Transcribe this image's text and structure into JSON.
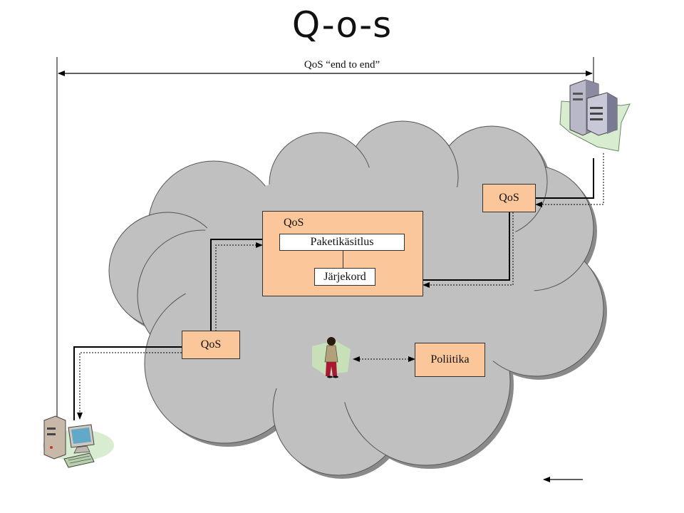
{
  "title": "Q-o-s",
  "end_to_end_label": "QoS “end to end”",
  "router_left": {
    "label": "QoS"
  },
  "router_right": {
    "label": "QoS"
  },
  "core_router": {
    "label": "QoS",
    "packet_handling": "Paketikäsitlus",
    "queue": "Järjekord"
  },
  "policy": {
    "label": "Poliitika"
  },
  "icons": [
    "server-icon",
    "workstation-icon",
    "administrator-icon",
    "network-cloud"
  ],
  "colors": {
    "box_fill": "#fbc69a",
    "cloud_fill": "#c0c0c0",
    "cloud_shadow": "#8a8a8a"
  }
}
